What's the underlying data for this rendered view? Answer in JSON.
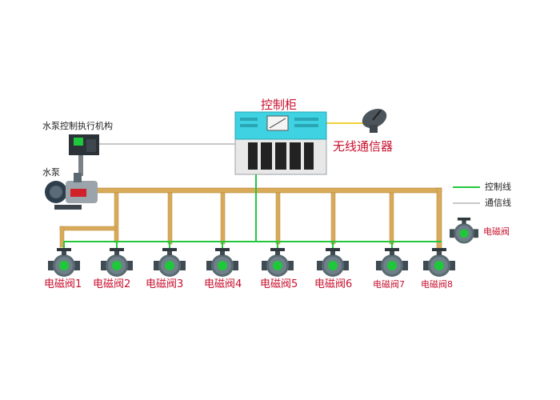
{
  "labels": {
    "control_cabinet": "控制柜",
    "wireless": "无线通信器",
    "pump_actuator": "水泵控制执行机构",
    "pump": "水泵",
    "legend_control": "控制线",
    "legend_comm": "通信线",
    "legend_valve": "电磁阀"
  },
  "valves": [
    {
      "label": "电磁阀1"
    },
    {
      "label": "电磁阀2"
    },
    {
      "label": "电磁阀3"
    },
    {
      "label": "电磁阀4"
    },
    {
      "label": "电磁阀5"
    },
    {
      "label": "电磁阀6"
    },
    {
      "label": "电磁阀7"
    },
    {
      "label": "电磁阀8"
    }
  ],
  "colors": {
    "pipe": "#d8aa5a",
    "pipe_outline": "#b88a3c",
    "control_line": "#22c83a",
    "comm_line": "#c8c8c8",
    "cabinet": "#3fd2e2",
    "label_red": "#c8102e",
    "valve_body": "#5a6a72",
    "valve_indicator": "#1fc83a",
    "wireless_line": "#f2d23a"
  },
  "icons": {
    "cabinet": "control-cabinet-icon",
    "dish": "satellite-dish-icon",
    "pump": "water-pump-icon",
    "actuator": "actuator-box-icon",
    "valve": "solenoid-valve-icon"
  }
}
